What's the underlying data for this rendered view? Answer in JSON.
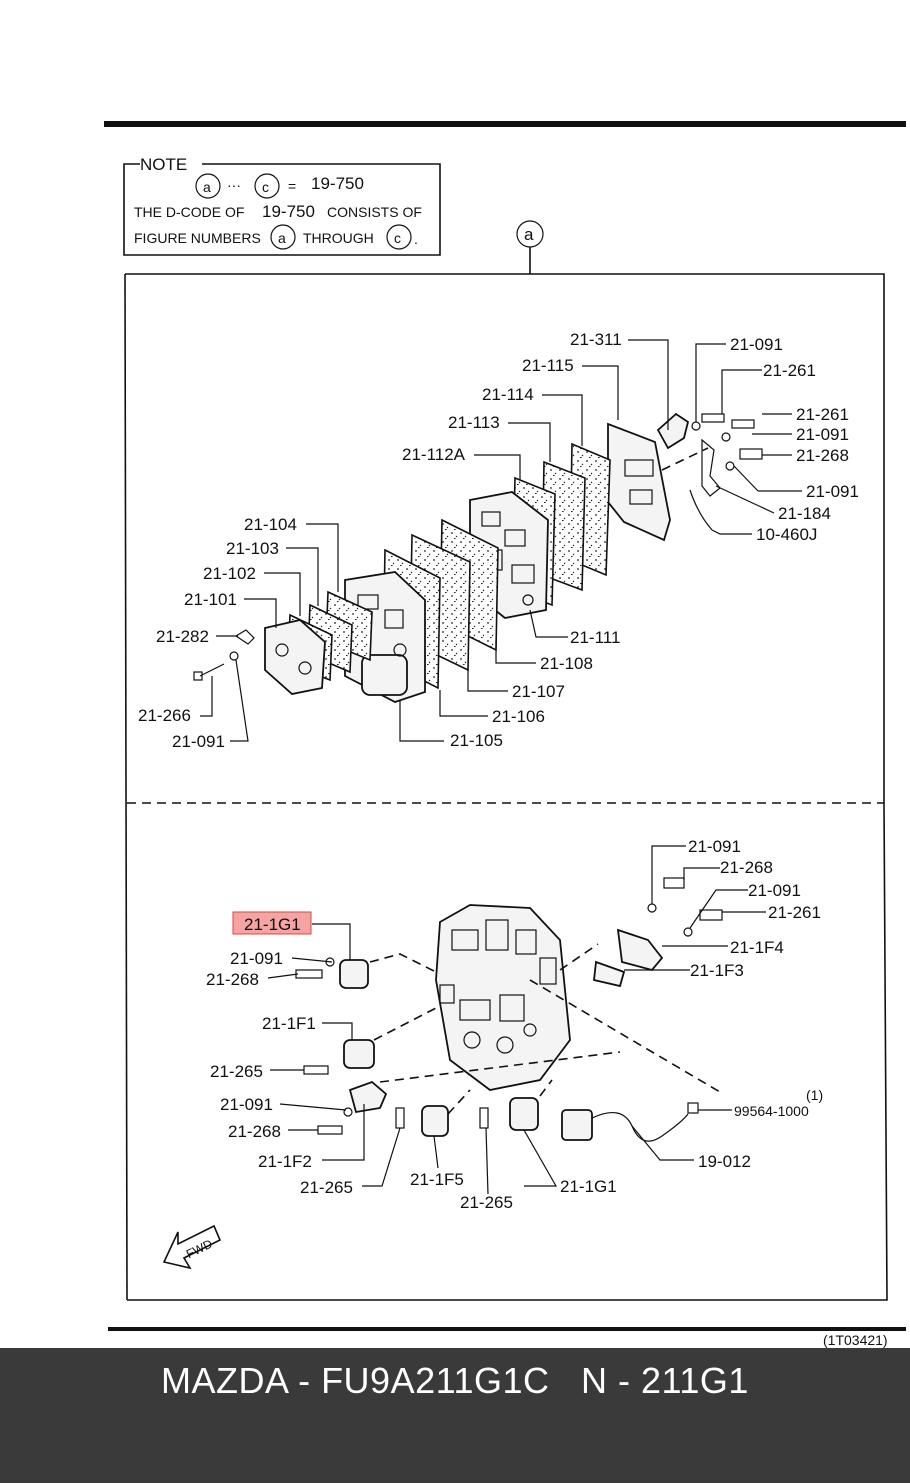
{
  "note": {
    "heading": "NOTE",
    "range_start": "a",
    "range_dots": "···",
    "range_end": "c",
    "equals": "=",
    "range_code": "19-750",
    "line2_a": "THE D-CODE OF",
    "line2_code": "19-750",
    "line2_b": "CONSISTS OF",
    "line3_a": "FIGURE NUMBERS",
    "line3_start": "a",
    "line3_b": "THROUGH",
    "line3_end": "c",
    "line3_period": "."
  },
  "group_marker": "a",
  "highlight_color": "#f5a3a3",
  "upper_labels": {
    "p21311": "21-311",
    "p21115": "21-115",
    "p21114": "21-114",
    "p21113": "21-113",
    "p21112A": "21-112A",
    "p21104": "21-104",
    "p21103": "21-103",
    "p21102": "21-102",
    "p21101": "21-101",
    "p21282": "21-282",
    "p21266": "21-266",
    "p21091_l": "21-091",
    "p21105": "21-105",
    "p21106": "21-106",
    "p21107": "21-107",
    "p21108": "21-108",
    "p21111": "21-111",
    "p21091_a": "21-091",
    "p21261_a": "21-261",
    "p21261_b": "21-261",
    "p21091_b": "21-091",
    "p21268": "21-268",
    "p21091_c": "21-091",
    "p21184": "21-184",
    "p10460J": "10-460J"
  },
  "lower_labels": {
    "p211G1_hl": "21-1G1",
    "p21091_l1": "21-091",
    "p21268_l1": "21-268",
    "p211F1": "21-1F1",
    "p21265_l": "21-265",
    "p21091_l2": "21-091",
    "p21268_l2": "21-268",
    "p211F2": "21-1F2",
    "p21265_b1": "21-265",
    "p211F5": "21-1F5",
    "p21265_b2": "21-265",
    "p211G1_b": "21-1G1",
    "p21091_r1": "21-091",
    "p21268_r1": "21-268",
    "p21091_r2": "21-091",
    "p21261_r": "21-261",
    "p211F4": "21-1F4",
    "p211F3": "21-1F3",
    "p99564_qty": "(1)",
    "p99564": "99564-1000",
    "p19012": "19-012",
    "fwd": "FWD"
  },
  "drawing_code": "(1T03421)",
  "footer": {
    "brand": "MAZDA",
    "sep1": " - ",
    "part_number": "FU9A211G1C",
    "gap": "   ",
    "n_prefix": "N",
    "sep2": " - ",
    "n_code": "211G1"
  }
}
